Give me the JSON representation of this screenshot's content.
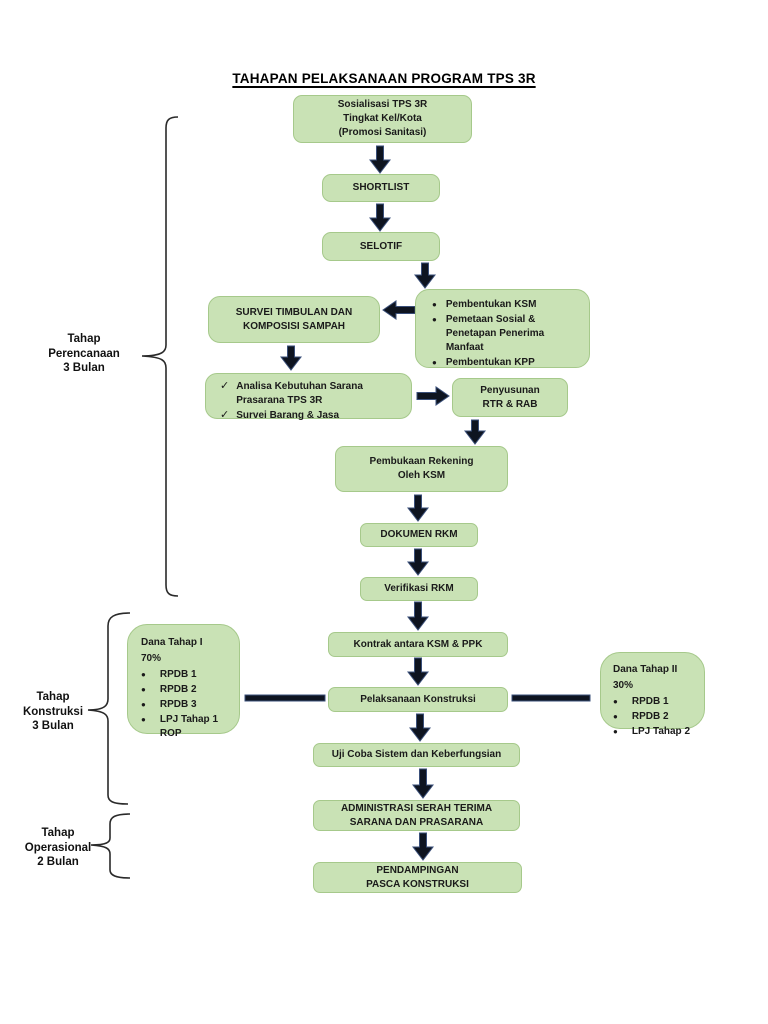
{
  "title": "TAHAPAN PELAKSANAAN PROGRAM TPS 3R",
  "colors": {
    "box_fill": "#c9e2b5",
    "box_border": "#a6c98b",
    "arrow": "#0e1420",
    "arrow_edge": "#3a4f79",
    "text": "#1a1a1a"
  },
  "icons": {
    "bullet": "●",
    "check": "✓"
  },
  "phases": {
    "perencanaan": {
      "lines": [
        "Tahap",
        "Perencanaan",
        "3 Bulan"
      ]
    },
    "konstruksi": {
      "lines": [
        "Tahap",
        "Konstruksi",
        "3 Bulan"
      ]
    },
    "operasional": {
      "lines": [
        "Tahap",
        "Operasional",
        "2 Bulan"
      ]
    }
  },
  "nodes": {
    "sosialisasi": {
      "lines": [
        "Sosialisasi TPS 3R",
        "Tingkat Kel/Kota",
        "(Promosi Sanitasi)"
      ]
    },
    "shortlist": {
      "label": "SHORTLIST"
    },
    "selotif": {
      "label": "SELOTIF"
    },
    "pembentukan": {
      "bullets": [
        "Pembentukan KSM",
        "Pemetaan Sosial & Penetapan Penerima Manfaat",
        "Pembentukan KPP"
      ]
    },
    "survei": {
      "lines": [
        "SURVEI TIMBULAN DAN",
        "KOMPOSISI SAMPAH"
      ]
    },
    "analisa": {
      "checks": [
        "Analisa Kebutuhan Sarana Prasarana TPS 3R",
        "Survei Barang & Jasa"
      ]
    },
    "penyusunan": {
      "lines": [
        "Penyusunan",
        "RTR & RAB"
      ]
    },
    "pembukaan": {
      "lines": [
        "Pembukaan Rekening",
        "Oleh KSM"
      ]
    },
    "dokumen_rkm": {
      "label": "DOKUMEN RKM"
    },
    "verifikasi_rkm": {
      "label": "Verifikasi RKM"
    },
    "kontrak": {
      "label": "Kontrak antara KSM & PPK"
    },
    "pelaksanaan": {
      "label": "Pelaksanaan Konstruksi"
    },
    "dana_tahap_1": {
      "header": [
        "Dana Tahap I",
        "70%"
      ],
      "bullets": [
        "RPDB 1",
        "RPDB 2",
        "RPDB 3",
        "LPJ Tahap 1 ROP"
      ]
    },
    "dana_tahap_2": {
      "header": [
        "Dana Tahap II",
        "30%"
      ],
      "bullets": [
        "RPDB 1",
        "RPDB 2",
        "LPJ Tahap 2"
      ]
    },
    "uji_coba": {
      "label": "Uji Coba Sistem dan Keberfungsian"
    },
    "administrasi": {
      "lines": [
        "ADMINISTRASI SERAH TERIMA",
        "SARANA DAN PRASARANA"
      ]
    },
    "pendampingan": {
      "lines": [
        "PENDAMPINGAN",
        "PASCA KONSTRUKSI"
      ]
    }
  }
}
